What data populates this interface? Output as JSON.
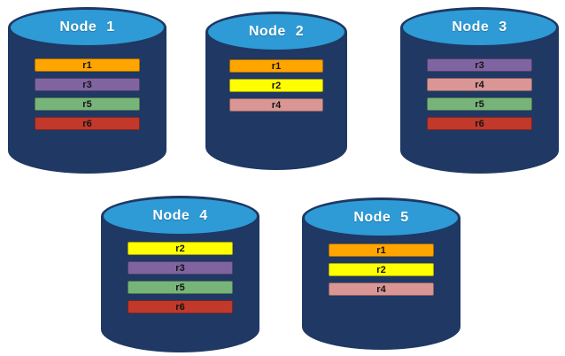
{
  "palette": {
    "cylinder_body": "#1F3864",
    "cylinder_top": "#2E9BD6",
    "node_label_color": "#FFFFFF",
    "record_text_color": "#141414"
  },
  "nodes": [
    {
      "label": "Node 1",
      "records": [
        {
          "label": "r1",
          "color": "#FFA500"
        },
        {
          "label": "r3",
          "color": "#8064A2"
        },
        {
          "label": "r5",
          "color": "#77B479"
        },
        {
          "label": "r6",
          "color": "#C0392B"
        }
      ]
    },
    {
      "label": "Node 2",
      "records": [
        {
          "label": "r1",
          "color": "#FFA500"
        },
        {
          "label": "r2",
          "color": "#FFFF00"
        },
        {
          "label": "r4",
          "color": "#D99694"
        }
      ]
    },
    {
      "label": "Node 3",
      "records": [
        {
          "label": "r3",
          "color": "#8064A2"
        },
        {
          "label": "r4",
          "color": "#D99694"
        },
        {
          "label": "r5",
          "color": "#77B479"
        },
        {
          "label": "r6",
          "color": "#C0392B"
        }
      ]
    },
    {
      "label": "Node 4",
      "records": [
        {
          "label": "r2",
          "color": "#FFFF00"
        },
        {
          "label": "r3",
          "color": "#8064A2"
        },
        {
          "label": "r5",
          "color": "#77B479"
        },
        {
          "label": "r6",
          "color": "#C0392B"
        }
      ]
    },
    {
      "label": "Node 5",
      "records": [
        {
          "label": "r1",
          "color": "#FFA500"
        },
        {
          "label": "r2",
          "color": "#FFFF00"
        },
        {
          "label": "r4",
          "color": "#D99694"
        }
      ]
    }
  ]
}
